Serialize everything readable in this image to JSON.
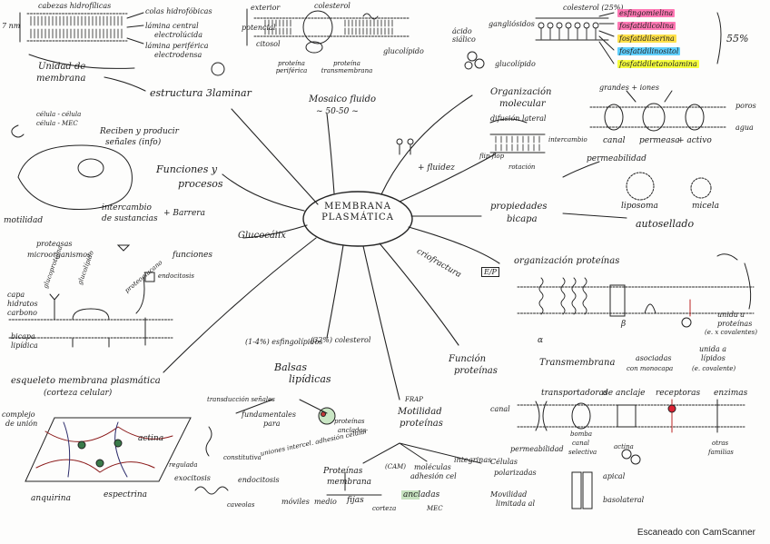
{
  "center": {
    "line1": "MEMBRANA",
    "line2": "PLASMÁTICA"
  },
  "topleft": {
    "cabezas": "cabezas hidrofílicas",
    "colas": "colas hidrofóbicas",
    "lamina_central": "lámina central",
    "lamina_central2": "electrolúcida",
    "lamina_periferica": "lámina periférica",
    "lamina_periferica2": "electrodensa",
    "nm": "7 nm",
    "unidad": "Unidad de",
    "unidad2": "membrana",
    "estructura": "estructura 3laminar"
  },
  "mosaico": {
    "exterior": "exterior",
    "potencial": "potencial",
    "citosol": "citosol",
    "colesterol": "colesterol",
    "periferica": "proteína periférica",
    "transmembrana": "proteína transmembrana",
    "glucolipido": "glucolípido",
    "title": "Mosaico fluido",
    "ratio": "~ 50-50 ~"
  },
  "lipidos": {
    "acido_sialico": "ácido siálico",
    "gangliosidos": "gangliósidos",
    "glucolipido": "glucolípido",
    "colesterol": "colesterol (25%)",
    "items": [
      "esfingomielina",
      "fosfatidilcolina",
      "fosfatidilserina",
      "fosfatidilinositol",
      "fosfatidiletanolamina"
    ],
    "colors": [
      "#ff78b4",
      "#ff78b4",
      "#ffe14a",
      "#5fd0ff",
      "#f6ff3f"
    ],
    "percent": "55%"
  },
  "organizacion": {
    "title": "Organización",
    "title2": "molecular",
    "difusion": "difusión lateral",
    "intercambio": "intercambio",
    "rotacion": "rotación",
    "fluidez": "+ fluidez",
    "flip": "flip-flop"
  },
  "permeabilidad": {
    "grandes": "grandes + iones",
    "poros": "poros",
    "agua": "agua",
    "canal": "canal",
    "permeasa": "permeasa",
    "activo": "+ activo",
    "permeabilidad": "permeabilidad",
    "liposoma": "liposoma",
    "micela": "micela",
    "propiedades": "propiedades",
    "bicapa": "bicapa",
    "autosellado": "autosellado"
  },
  "funciones": {
    "celula1": "célula - célula",
    "celula2": "célula - MEC",
    "reciben": "Reciben y producir",
    "senales": "señales (info)",
    "title": "Funciones y",
    "title2": "procesos",
    "motilidad": "motilidad",
    "intercambio": "intercambio",
    "sustancias": "de sustancias",
    "barrera": "+ Barrera"
  },
  "glucocalix": {
    "title": "Glucocálix",
    "proteasas": "proteasas",
    "microorganismos": "microorganismos",
    "funciones": "funciones",
    "capa": "capa",
    "hidratos": "hidratos",
    "carbono": "carbono",
    "bicapa": "bicapa",
    "lipidica": "lipídica",
    "glucoproteina": "glucoproteína",
    "glucolipido": "glucolípido",
    "proteoglucano": "proteoglucano",
    "endocitosis": "endocitosis"
  },
  "criofractura": {
    "label": "criofractura",
    "cara": "E/P"
  },
  "proteinas_org": {
    "title": "organización proteínas",
    "alpha": "α",
    "beta": "β",
    "transmembrana": "Transmembrana",
    "asociadas": "asociadas",
    "asociadas2": "con monocapa",
    "unida_proteinas": "unida a",
    "unida_proteinas2": "proteínas",
    "unida_proteinas3": "(e. x covalentes)",
    "unida_lipidos": "unida a",
    "unida_lipidos2": "lípidos",
    "unida_lipidos3": "(e. covalente)"
  },
  "esqueleto": {
    "title": "esqueleto membrana plasmática",
    "subtitle": "(corteza celular)",
    "complejo": "complejo",
    "union": "de unión",
    "actina": "actina",
    "anquirina": "anquirina",
    "espectrina": "espectrina"
  },
  "balsas": {
    "glucolipidos": "(1-4%) esfingolípidos",
    "colesterol": "(32%) colesterol",
    "title": "Balsas",
    "title2": "lipídicas",
    "transduccion": "transducción señales",
    "fundamentales": "fundamentales",
    "fundamentales2": "para",
    "proteinas_ancladas": "proteínas",
    "proteinas_ancladas2": "ancladas",
    "regulada": "regulada",
    "exocitosis": "exocitosis",
    "constitutiva": "constitutiva",
    "endocitosis": "endocitosis",
    "caveolas": "caveolas",
    "uniones": "uniones intercel. adhesión celular"
  },
  "motilidad": {
    "frap": "FRAP",
    "title": "Motilidad",
    "title2": "proteínas",
    "proteinas": "Proteínas",
    "membrana": "membrana",
    "moviles": "móviles",
    "medio": "medio",
    "fijas": "fijas",
    "cam": "(CAM)",
    "moleculas": "moléculas",
    "adhesion": "adhesión cel",
    "integrinas": "integrinas",
    "ancladas": "ancladas",
    "corteza": "corteza",
    "mec": "MEC",
    "celulas": "Células",
    "polarizadas": "polarizadas",
    "movilidad_lim": "Movilidad",
    "limitada": "limitada al",
    "apical": "apical",
    "basolateral": "basolateral"
  },
  "funcion_prot": {
    "title": "Función",
    "title2": "proteínas",
    "transportadoras": "transportadoras",
    "anclaje": "de anclaje",
    "receptoras": "receptoras",
    "enzimas": "enzimas",
    "canal": "canal",
    "permeabilidad": "permeabilidad",
    "bomba": "bomba",
    "canal_sel": "canal",
    "selectiva": "selectiva",
    "actina": "actina",
    "otras": "otras",
    "familias": "familias"
  },
  "scanner": "Escaneado con CamScanner"
}
